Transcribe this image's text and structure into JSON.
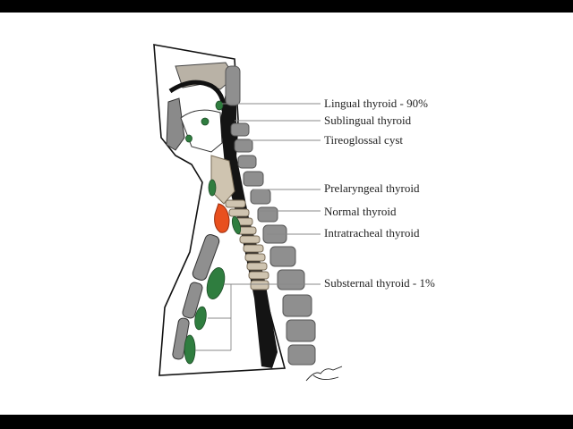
{
  "labels": {
    "lingual": "Lingual thyroid - 90%",
    "sublingual": "Sublingual thyroid",
    "cyst": "Tireoglossal cyst",
    "prelaryngeal": "Prelaryngeal thyroid",
    "normal": "Normal thyroid",
    "intratracheal": "Intratracheal thyroid",
    "substernal": "Substernal thyroid - 1%"
  },
  "colors": {
    "ectopic_tissue": "#2f7d3f",
    "normal_thyroid": "#e8501e",
    "bone": "#8f8f8f",
    "trachea": "#cfc4b0",
    "outline": "#111111"
  }
}
